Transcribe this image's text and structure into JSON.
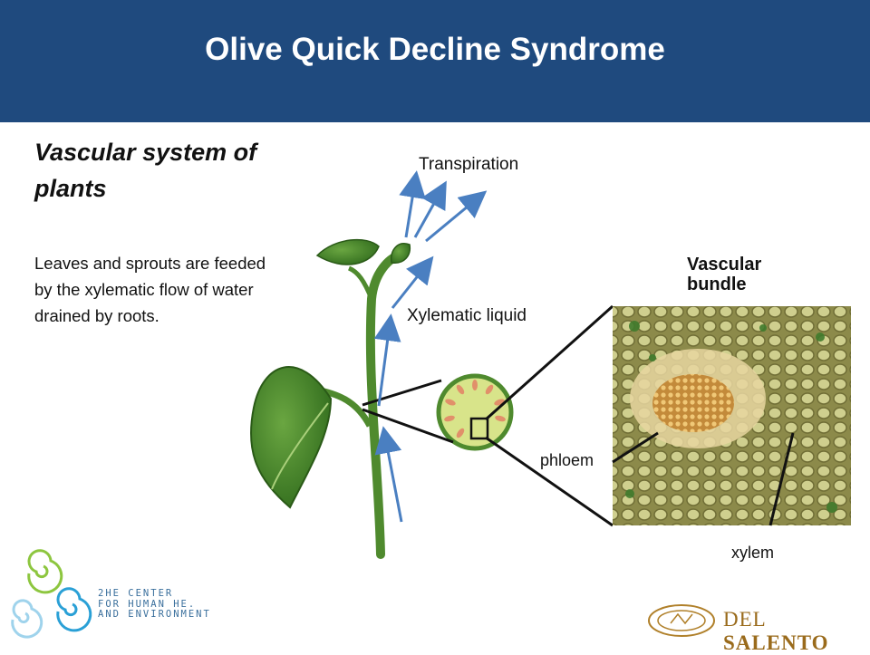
{
  "header": {
    "title": "Olive Quick Decline Syndrome",
    "bg_color": "#1f4a7e"
  },
  "content": {
    "subtitle": "Vascular system of plants",
    "body": "Leaves and sprouts are feeded by the xylematic flow of water drained by roots."
  },
  "diagram": {
    "labels": {
      "transpiration": "Transpiration",
      "xylematic_liquid": "Xylematic liquid",
      "vascular_bundle": "Vascular bundle",
      "phloem": "phloem",
      "xylem": "xylem"
    },
    "arrow_color": "#4a7fc1",
    "plant_color": "#4f8a2e"
  },
  "logos": {
    "center_text": "2HE CENTER\nFOR HUMAN HE.\nAND ENVIRONMENT",
    "university_text_light": "DEL",
    "university_text_bold": "SALENTO"
  }
}
